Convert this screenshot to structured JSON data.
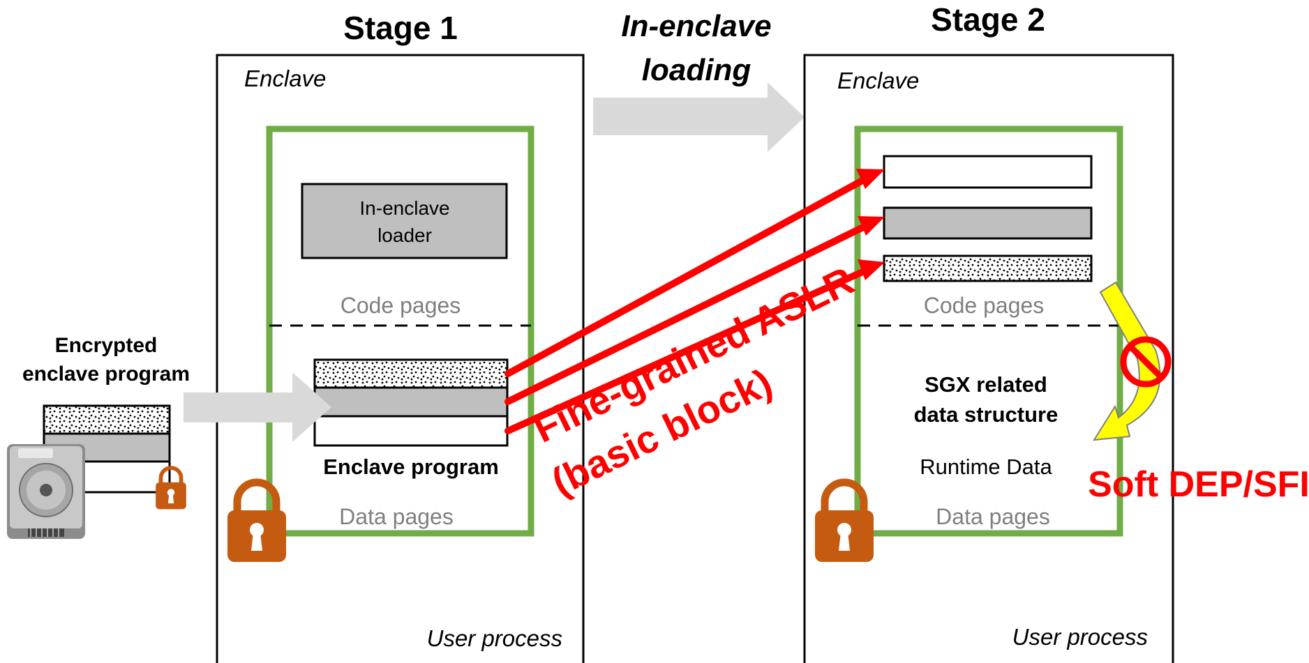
{
  "stage1": {
    "title": "Stage 1",
    "enclave_label": "Enclave",
    "user_process_label": "User process",
    "loader_line1": "In-enclave",
    "loader_line2": "loader",
    "code_pages_label": "Code pages",
    "data_pages_label": "Data pages",
    "program_label": "Enclave program"
  },
  "transition": {
    "line1": "In-enclave",
    "line2": "loading"
  },
  "stage2": {
    "title": "Stage 2",
    "enclave_label": "Enclave",
    "user_process_label": "User process",
    "code_pages_label": "Code pages",
    "sgx_line1": "SGX related",
    "sgx_line2": "data structure",
    "runtime_data_label": "Runtime Data",
    "data_pages_label": "Data pages"
  },
  "source": {
    "line1": "Encrypted",
    "line2": "enclave program"
  },
  "annotations": {
    "aslr_line1": "Fine-grained ASLR",
    "aslr_line2": "(basic block)",
    "dep_label": "Soft DEP/SFI"
  },
  "colors": {
    "enclave_border": "#70ad47",
    "arrow_red": "#ff0000",
    "lock": "#c55a11",
    "block_gray": "#bfbfbf",
    "grey_arrow": "#d9d9d9",
    "yellow_arrow": "#ffff00",
    "pages_text": "#7f7f7f"
  },
  "icons": [
    "lock-icon",
    "hard-drive-icon",
    "no-symbol-icon"
  ]
}
